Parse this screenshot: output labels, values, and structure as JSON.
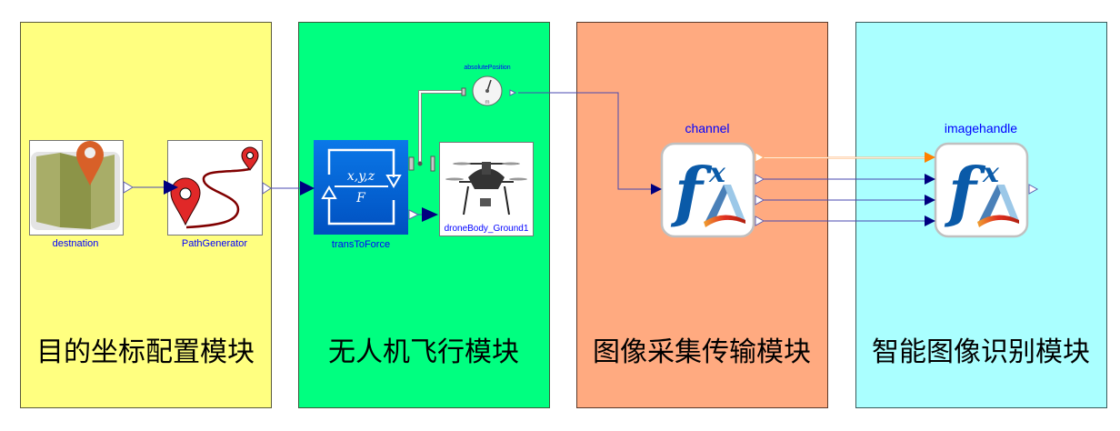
{
  "modules": [
    {
      "title": "目的坐标配置模块",
      "color": "#ffff80"
    },
    {
      "title": "无人机飞行模块",
      "color": "#00ff80"
    },
    {
      "title": "图像采集传输模块",
      "color": "#ffaa80"
    },
    {
      "title": "智能图像识别模块",
      "color": "#aaffff"
    }
  ],
  "blocks": {
    "destnation": "destnation",
    "path_generator": "PathGenerator",
    "trans_to_force": "transToForce",
    "trans_to_force_icon": {
      "top": "x,y,z",
      "bottom": "F"
    },
    "drone_body": "droneBody_Ground1",
    "absolute_position": "absolutePosition",
    "absolute_position_unit": "m",
    "channel": "channel",
    "imagehandle": "imagehandle"
  },
  "colors": {
    "connection": "#00007f",
    "highlight_connection": "#ff8000"
  }
}
